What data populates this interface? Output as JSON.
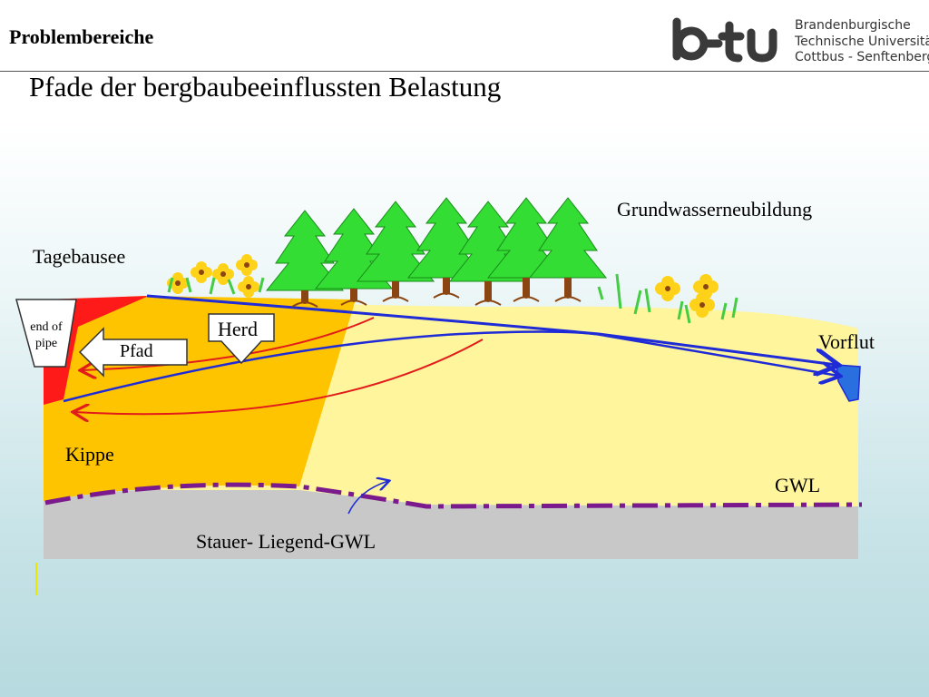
{
  "header": {
    "section_title": "Problembereiche",
    "page_title": "Pfade der bergbaubeeinflussten Belastung"
  },
  "logo": {
    "mark": "b-tu",
    "line1": "Brandenburgische",
    "line2": "Technische Universität",
    "line3": "Cottbus - Senftenberg",
    "color": "#3a3a3a"
  },
  "diagram": {
    "labels": {
      "groundwater_recharge": "Grundwasserneubildung",
      "pit_lake": "Tagebausee",
      "end_of_pipe_line1": "end of",
      "end_of_pipe_line2": "pipe",
      "source": "Herd",
      "path": "Pfad",
      "receiving_water": "Vorflut",
      "dump": "Kippe",
      "aquifer": "GWL",
      "aquitard": "Stauer- Liegend-GWL"
    },
    "colors": {
      "dump": "#ffc400",
      "natural_soil": "#fff59d",
      "contamination": "#ff1a1a",
      "aquitard": "#c8c8c8",
      "groundwater_flow": "#1f2bd6",
      "contaminant_flow": "#e21b1b",
      "boundary": "#7a1a8c",
      "trees": "#33cc33",
      "trunks": "#8b4513",
      "flowers": "#ffd21a",
      "grass": "#44cc44",
      "receiving_water": "#2a6fe0"
    }
  }
}
